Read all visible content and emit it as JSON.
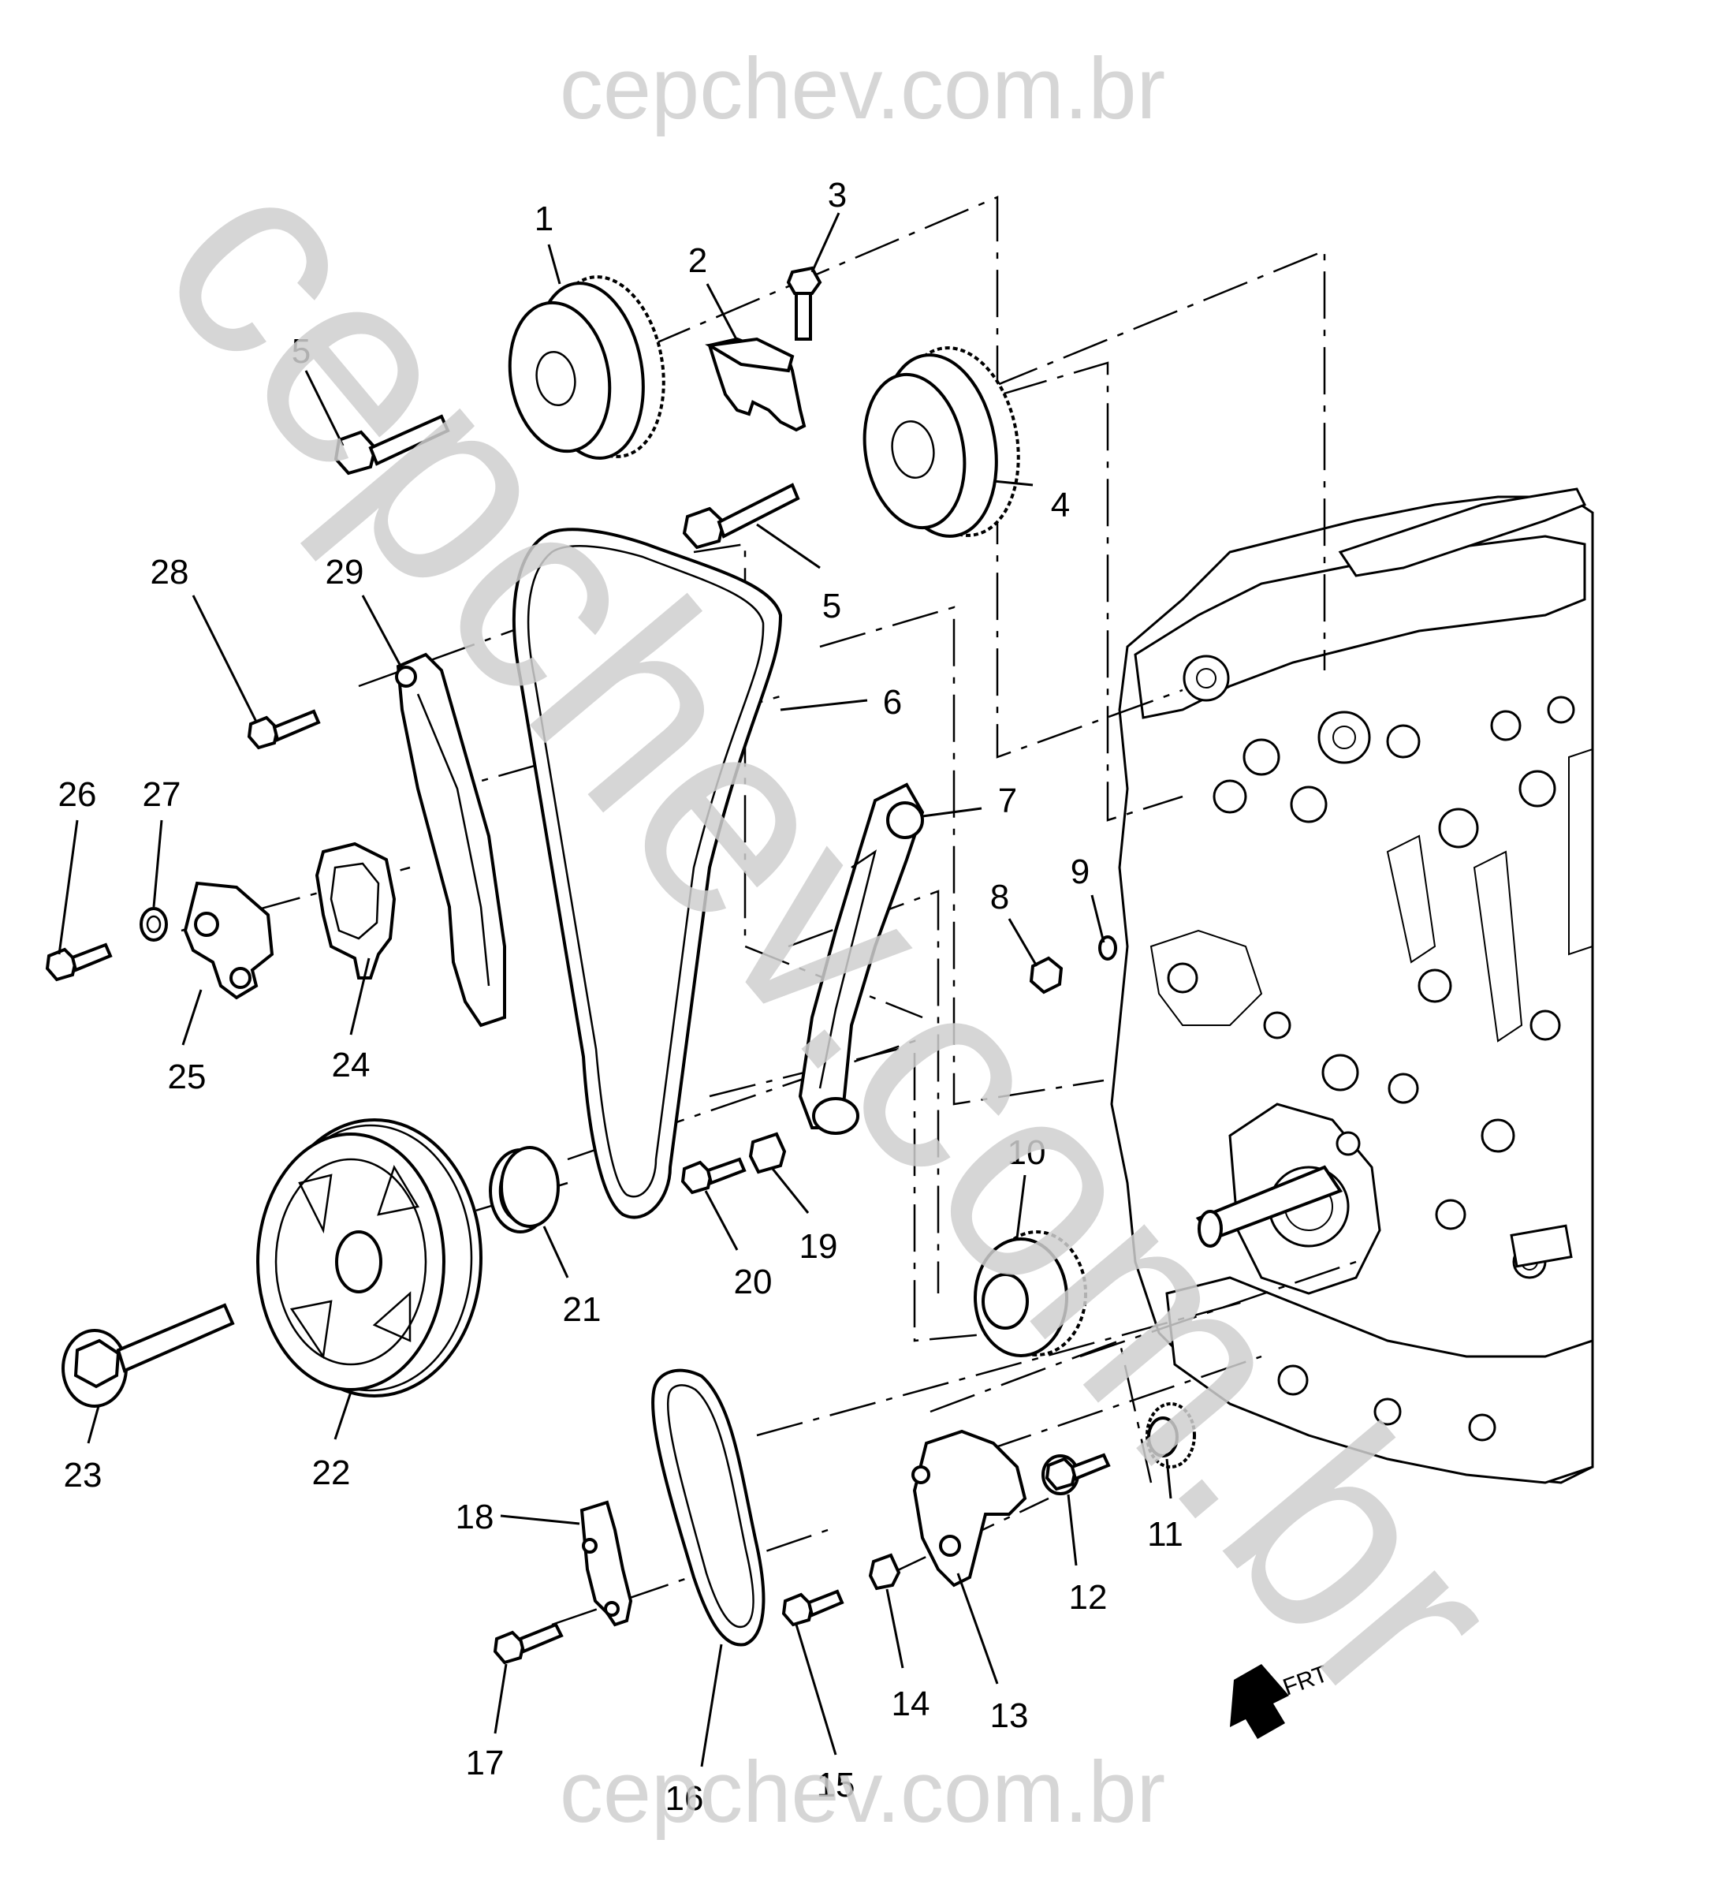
{
  "watermark": {
    "top": "cepchev.com.br",
    "bottom": "cepchev.com.br",
    "diagonal": "cepchev.com.br"
  },
  "orientation_label": "FRT",
  "callouts": [
    {
      "id": "1",
      "label": "1"
    },
    {
      "id": "2",
      "label": "2"
    },
    {
      "id": "3",
      "label": "3"
    },
    {
      "id": "4",
      "label": "4"
    },
    {
      "id": "5a",
      "label": "5"
    },
    {
      "id": "5b",
      "label": "5"
    },
    {
      "id": "6",
      "label": "6"
    },
    {
      "id": "7",
      "label": "7"
    },
    {
      "id": "8",
      "label": "8"
    },
    {
      "id": "9",
      "label": "9"
    },
    {
      "id": "10",
      "label": "10"
    },
    {
      "id": "11",
      "label": "11"
    },
    {
      "id": "12",
      "label": "12"
    },
    {
      "id": "13",
      "label": "13"
    },
    {
      "id": "14",
      "label": "14"
    },
    {
      "id": "15",
      "label": "15"
    },
    {
      "id": "16",
      "label": "16"
    },
    {
      "id": "17",
      "label": "17"
    },
    {
      "id": "18",
      "label": "18"
    },
    {
      "id": "19",
      "label": "19"
    },
    {
      "id": "20",
      "label": "20"
    },
    {
      "id": "21",
      "label": "21"
    },
    {
      "id": "22",
      "label": "22"
    },
    {
      "id": "23",
      "label": "23"
    },
    {
      "id": "24",
      "label": "24"
    },
    {
      "id": "25",
      "label": "25"
    },
    {
      "id": "26",
      "label": "26"
    },
    {
      "id": "27",
      "label": "27"
    },
    {
      "id": "28",
      "label": "28"
    },
    {
      "id": "29",
      "label": "29"
    }
  ]
}
